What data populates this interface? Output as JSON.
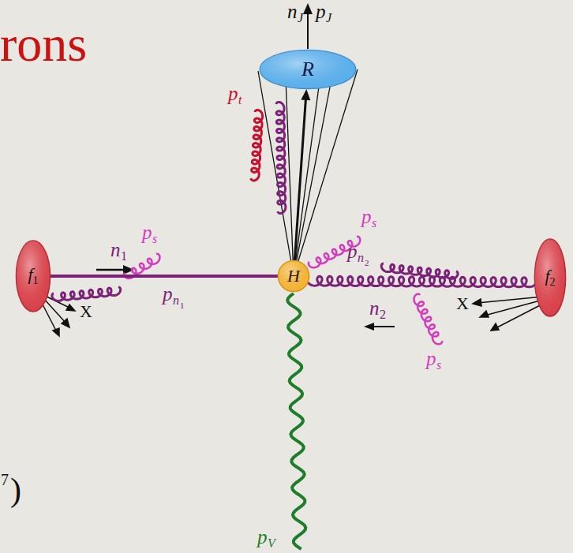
{
  "diagram": {
    "nodes": [
      {
        "text": [
          "R"
        ]
      },
      {
        "text": [
          "f",
          "1"
        ]
      },
      {
        "text": [
          "H"
        ]
      },
      {
        "text": [
          "f",
          "2"
        ]
      }
    ],
    "edges": [
      {
        "from": 2,
        "to": 0,
        "arrow": "to"
      },
      {
        "from": 1,
        "to": 2,
        "arrow": "none"
      },
      {
        "from": 2,
        "to": 3,
        "arrow": "none"
      }
    ],
    "labels": [
      "rons",
      "7",
      ")",
      "n",
      "J",
      "p",
      "J",
      "p",
      "t",
      "p",
      "s",
      "n",
      "1",
      "p",
      "s",
      "p",
      "n",
      "1",
      "p",
      "n",
      "2",
      "n",
      "2",
      "p",
      "s",
      "X",
      "X",
      "p",
      "V"
    ]
  }
}
